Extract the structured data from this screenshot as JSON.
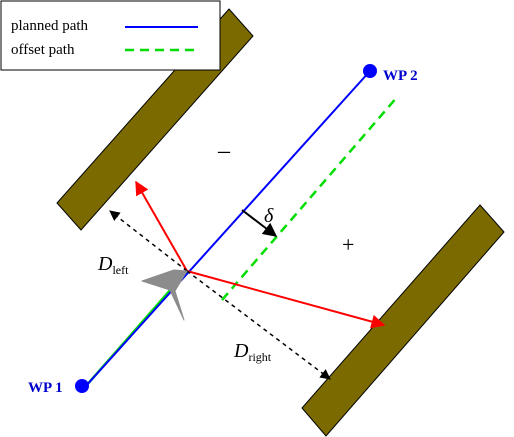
{
  "legend": {
    "planned_label": "planned path",
    "offset_label": "offset path"
  },
  "waypoints": {
    "wp1": "WP 1",
    "wp2": "WP 2"
  },
  "labels": {
    "minus": "–",
    "plus": "+",
    "delta": "δ",
    "d_left_main": "D",
    "d_left_sub": "left",
    "d_right_main": "D",
    "d_right_sub": "right"
  },
  "colors": {
    "planned_path": "#0000ff",
    "offset_path": "#00dd00",
    "wall_fill": "#7a6a00",
    "wall_stroke": "#000000",
    "red_arrow": "#ff0000",
    "black_dashed": "#000000",
    "vehicle": "#8c8c8c",
    "waypoint": "#0000ff",
    "wp_text": "#0000cc"
  }
}
